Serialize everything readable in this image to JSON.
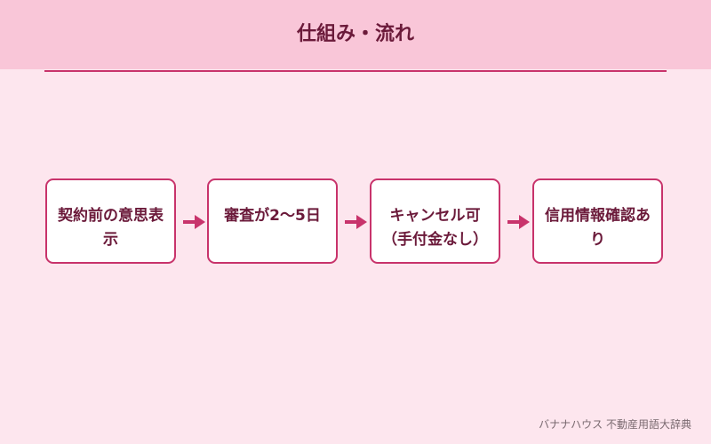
{
  "title": "仕組み・流れ",
  "colors": {
    "background": "#fde6ee",
    "header": "#f9c6d8",
    "accent": "#c8336b",
    "text": "#6b1a3a"
  },
  "steps": [
    {
      "label": "契約前の意思表示"
    },
    {
      "label": "審査が2〜5日"
    },
    {
      "label": "キャンセル可（手付金なし）"
    },
    {
      "label": "信用情報確認あり"
    }
  ],
  "arrow_icon": "arrow-right-icon",
  "footer": "バナナハウス 不動産用語大辞典"
}
